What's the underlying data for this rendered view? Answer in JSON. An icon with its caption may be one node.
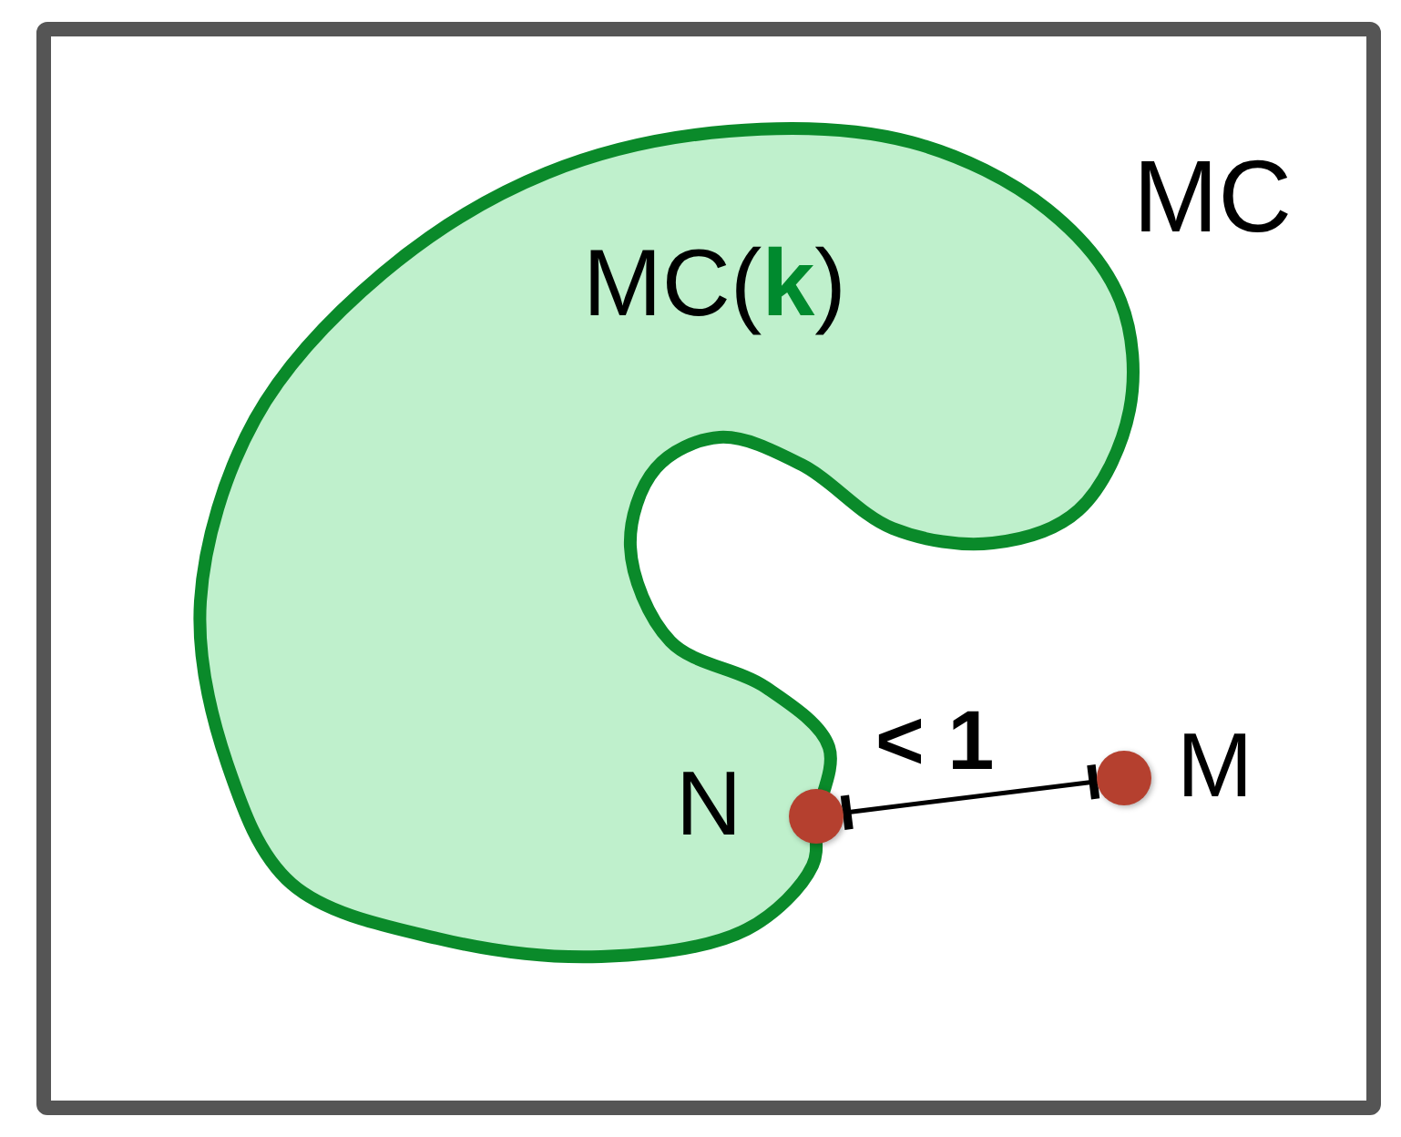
{
  "diagram": {
    "nodes": [
      {
        "text": [
          "MC"
        ]
      },
      {
        "text": [
          "MC(**k**)"
        ],
        "in": 0
      },
      {
        "text": [],
        "shape": "circle",
        "beside": [
          "N"
        ],
        "in": 1
      },
      {
        "text": [],
        "shape": "circle",
        "beside": [
          "M"
        ],
        "in": 0
      }
    ],
    "edges": [
      {
        "from": 2,
        "to": 3,
        "arrow": "other",
        "label": "< 1"
      }
    ]
  }
}
